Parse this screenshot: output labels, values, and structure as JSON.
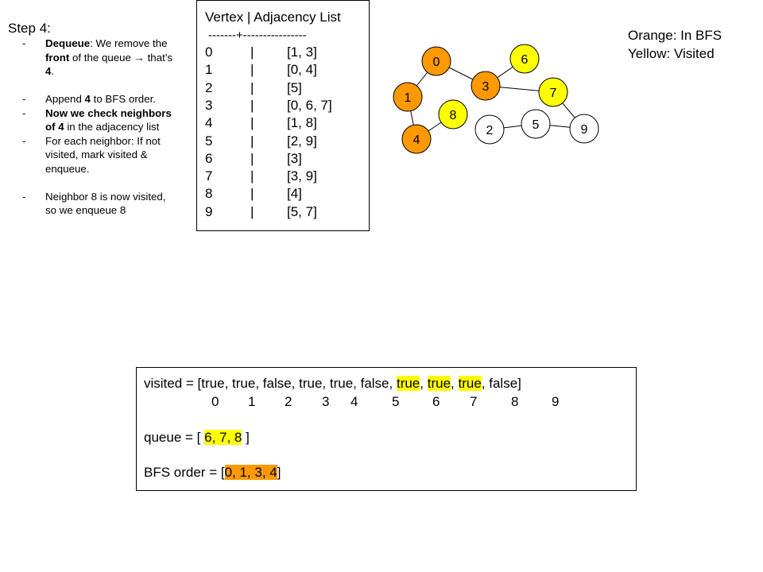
{
  "step": {
    "title": "Step 4:",
    "items": [
      {
        "b1": "Dequeue",
        "t1": ": We remove the ",
        "b2": "front",
        "t2": " of the queue → that’s ",
        "b3": "4",
        "t3": "."
      },
      {
        "t1": "Append ",
        "b1": "4",
        "t2": " to BFS order."
      },
      {
        "b1": "Now we check neighbors of 4",
        "t1": " in the adjacency list"
      },
      {
        "t1": "For each neighbor: If not visited, mark visited & enqueue."
      },
      {
        "t1": "Neighbor 8 is now visited, so we enqueue 8"
      }
    ]
  },
  "adjacency": {
    "title": "Vertex | Adjacency List",
    "separator": "-------+----------------",
    "rows": [
      {
        "vertex": "0",
        "bar": "|",
        "list": "[1, 3]"
      },
      {
        "vertex": "1",
        "bar": "|",
        "list": "[0, 4]"
      },
      {
        "vertex": "2",
        "bar": "|",
        "list": "[5]"
      },
      {
        "vertex": "3",
        "bar": "|",
        "list": "[0, 6, 7]"
      },
      {
        "vertex": "4",
        "bar": "|",
        "list": "[1, 8]"
      },
      {
        "vertex": "5",
        "bar": "|",
        "list": "[2, 9]"
      },
      {
        "vertex": "6",
        "bar": "|",
        "list": "[3]"
      },
      {
        "vertex": "7",
        "bar": "|",
        "list": "[3, 9]"
      },
      {
        "vertex": "8",
        "bar": "|",
        "list": "[4]"
      },
      {
        "vertex": "9",
        "bar": "|",
        "list": "[5, 7]"
      }
    ]
  },
  "legend": {
    "line1": "Orange: In BFS",
    "line2": "Yellow: Visited"
  },
  "colors": {
    "orange": "#ff9900",
    "yellow": "#ffff00",
    "white": "#ffffff"
  },
  "graph": {
    "nodes": [
      {
        "label": "0",
        "state": "orange"
      },
      {
        "label": "1",
        "state": "orange"
      },
      {
        "label": "2",
        "state": "white"
      },
      {
        "label": "3",
        "state": "orange"
      },
      {
        "label": "4",
        "state": "orange"
      },
      {
        "label": "5",
        "state": "white"
      },
      {
        "label": "6",
        "state": "yellow"
      },
      {
        "label": "7",
        "state": "yellow"
      },
      {
        "label": "8",
        "state": "yellow"
      },
      {
        "label": "9",
        "state": "white"
      }
    ],
    "edges": [
      [
        "0",
        "1"
      ],
      [
        "0",
        "3"
      ],
      [
        "1",
        "4"
      ],
      [
        "4",
        "8"
      ],
      [
        "3",
        "6"
      ],
      [
        "3",
        "7"
      ],
      [
        "7",
        "9"
      ],
      [
        "5",
        "9"
      ],
      [
        "2",
        "5"
      ]
    ]
  },
  "state": {
    "visited_prefix": "visited = [true, true, false, true, true, false,",
    "visited_hl1": "true",
    "visited_hl2": "true",
    "visited_hl3": "true",
    "visited_suffix": ", false]",
    "comma": ",",
    "indices": [
      "0",
      "1",
      "2",
      "3",
      "4",
      "5",
      "6",
      "7",
      "8",
      "9"
    ],
    "queue_prefix": "queue = [",
    "queue_values": "6, 7, 8",
    "queue_suffix": "]",
    "bfs_prefix": "BFS order = [",
    "bfs_values": "0, 1, 3, 4",
    "bfs_suffix": "]"
  }
}
